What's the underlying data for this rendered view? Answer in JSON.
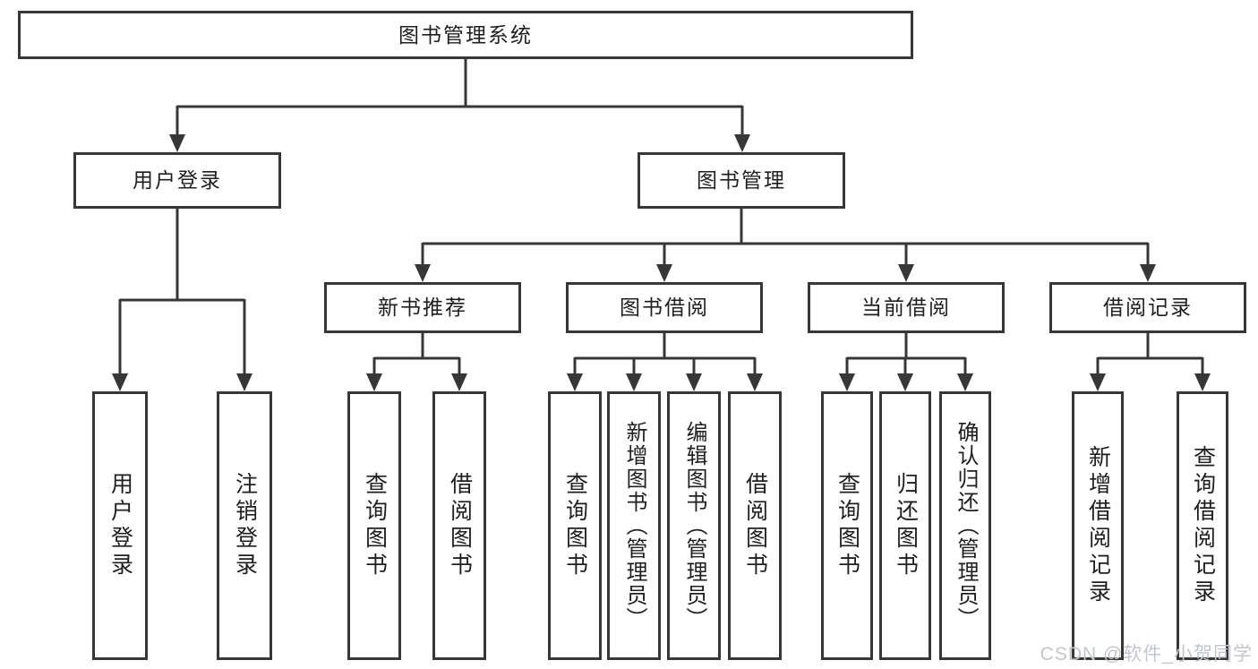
{
  "diagram": {
    "root": {
      "label": "图书管理系统"
    },
    "branches": {
      "user_login": {
        "label": "用户登录",
        "children": {
          "login": {
            "label": "用户登录"
          },
          "logout": {
            "label": "注销登录"
          }
        }
      },
      "book_management": {
        "label": "图书管理",
        "children": {
          "new_book_recommend": {
            "label": "新书推荐",
            "children": {
              "query_book": {
                "label": "查询图书"
              },
              "borrow_book": {
                "label": "借阅图书"
              }
            }
          },
          "book_borrow": {
            "label": "图书借阅",
            "children": {
              "query_book": {
                "label": "查询图书"
              },
              "add_book": {
                "label": "新增图书（管理员）"
              },
              "edit_book": {
                "label": "编辑图书（管理员）"
              },
              "borrow_book": {
                "label": "借阅图书"
              }
            }
          },
          "current_borrow": {
            "label": "当前借阅",
            "children": {
              "query_book": {
                "label": "查询图书"
              },
              "return_book": {
                "label": "归还图书"
              },
              "confirm_return": {
                "label": "确认归还（管理员）"
              }
            }
          },
          "borrow_record": {
            "label": "借阅记录",
            "children": {
              "add_record": {
                "label": "新增借阅记录"
              },
              "query_record": {
                "label": "查询借阅记录"
              }
            }
          }
        }
      }
    }
  },
  "watermark": {
    "text": "CSDN @软件_小贺同学"
  },
  "colors": {
    "line": "#373737",
    "node_border": "#373737",
    "node_background": "#ffffff",
    "text": "#1f1f1f",
    "watermark": "#c3c6cb",
    "page_background": "#ffffff"
  }
}
